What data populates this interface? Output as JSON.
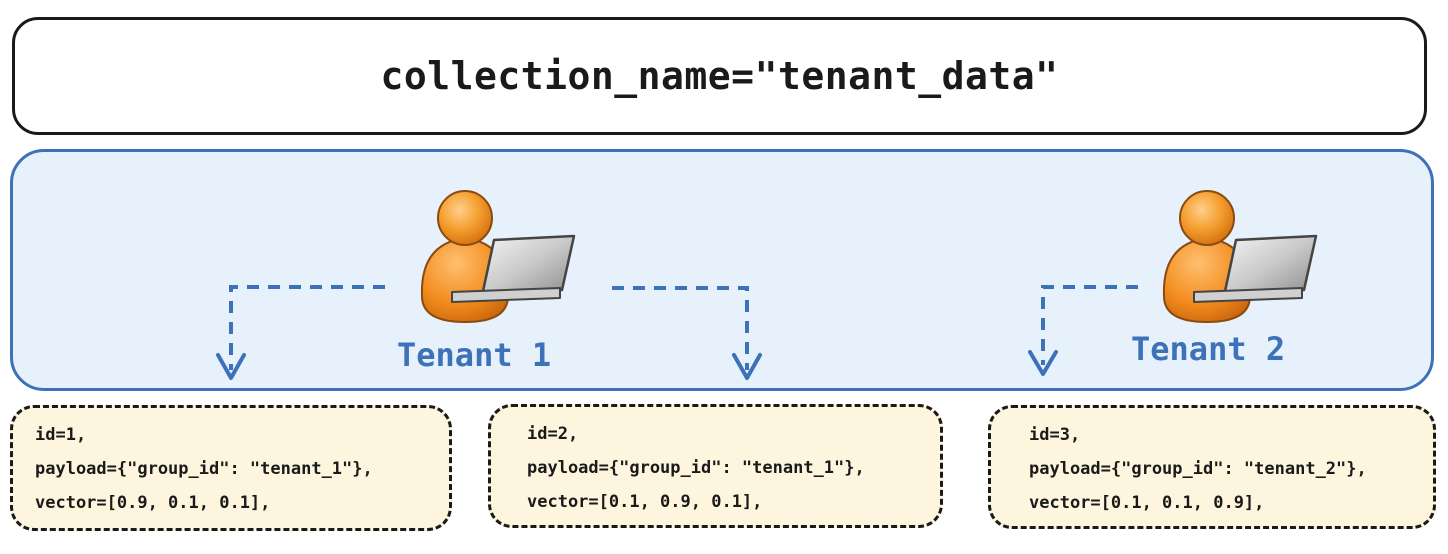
{
  "header": {
    "title": "collection_name=\"tenant_data\""
  },
  "tenants": [
    {
      "label": "Tenant 1",
      "icon": "user-laptop-icon"
    },
    {
      "label": "Tenant 2",
      "icon": "user-laptop-icon"
    }
  ],
  "records": [
    {
      "id_line": "id=1,",
      "payload_line": "payload={\"group_id\": \"tenant_1\"},",
      "vector_line": "vector=[0.9, 0.1, 0.1],"
    },
    {
      "id_line": "id=2,",
      "payload_line": "payload={\"group_id\": \"tenant_1\"},",
      "vector_line": "vector=[0.1, 0.9, 0.1],"
    },
    {
      "id_line": "id=3,",
      "payload_line": "payload={\"group_id\": \"tenant_2\"},",
      "vector_line": "vector=[0.1, 0.1, 0.9],"
    }
  ],
  "colors": {
    "accent": "#3d72b8",
    "region_fill": "#e7f1fb",
    "record_fill": "#fdf5dd",
    "user_orange": "#f28c1e"
  }
}
